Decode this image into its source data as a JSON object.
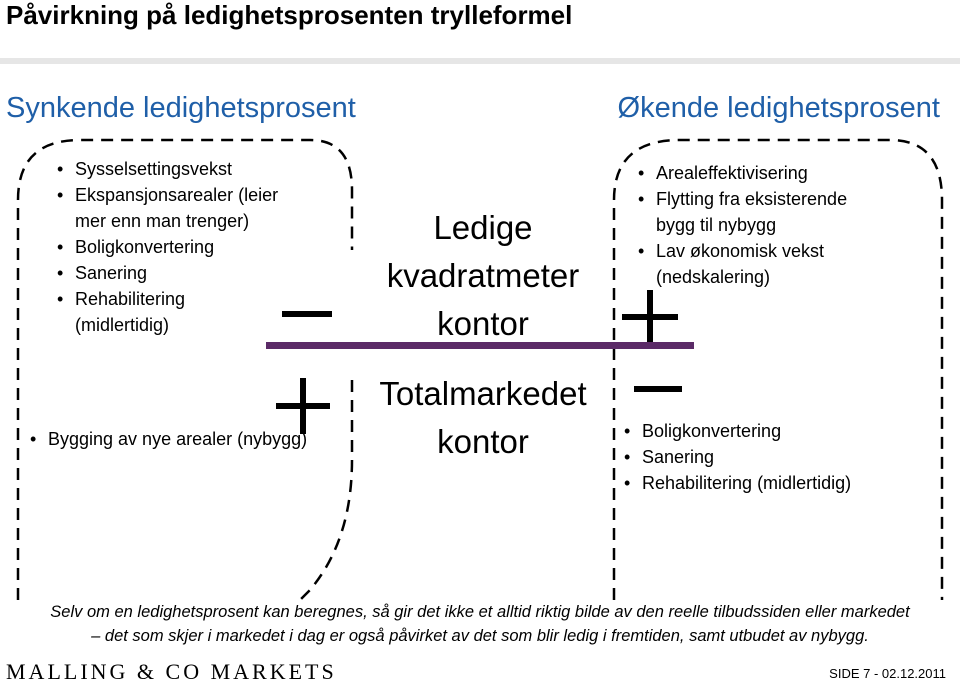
{
  "title": "Påvirkning på ledighetsprosenten trylleformel",
  "left_heading": "Synkende ledighetsprosent",
  "right_heading": "Økende ledighetsprosent",
  "left_minus_items": [
    "Sysselsettingsvekst",
    "Ekspansjonsarealer (leier",
    "mer enn man trenger)",
    "Boligkonvertering",
    "Sanering",
    "Rehabilitering",
    "(midlertidig)"
  ],
  "left_plus_items": [
    "Bygging av nye arealer (nybygg)"
  ],
  "right_plus_items": [
    "Arealeffektivisering",
    "Flytting fra eksisterende",
    "bygg til nybygg",
    "Lav økonomisk vekst",
    "(nedskalering)"
  ],
  "right_minus_items": [
    "Boligkonvertering",
    "Sanering",
    "Rehabilitering   (midlertidig)"
  ],
  "numerator": [
    "Ledige",
    "kvadratmeter",
    "kontor"
  ],
  "denominator": [
    "Totalmarkedet",
    "kontor"
  ],
  "signs": {
    "minus": "—",
    "plus": "+"
  },
  "footnote": [
    "Selv om en ledighetsprosent kan beregnes, så gir det ikke et alltid riktig bilde av den reelle tilbudssiden eller markedet",
    "– det som skjer i markedet i dag er også påvirket av det som blir ledig i fremtiden, samt utbudet av nybygg."
  ],
  "logo": "MALLING & CO MARKETS",
  "slide_label": "SIDE 7 - 02.12.2011",
  "colors": {
    "heading": "#1f5fa8",
    "fraction_bar": "#5b2a67"
  }
}
